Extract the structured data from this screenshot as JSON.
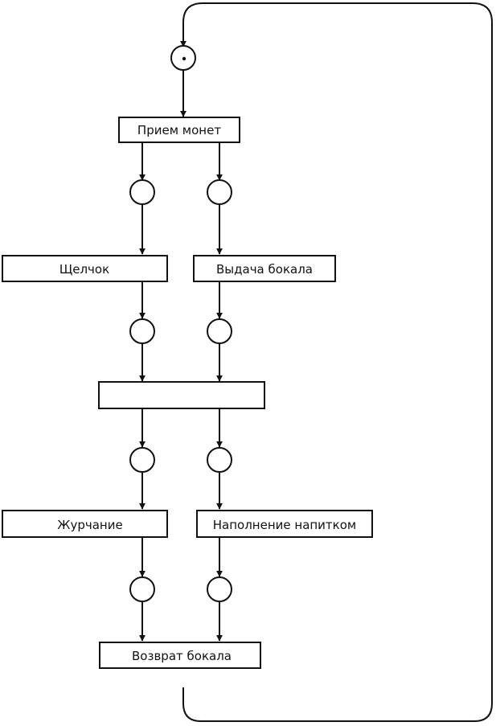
{
  "diagram": {
    "type": "petri-net",
    "transitions": {
      "coin_accept": "Прием монет",
      "click": "Щелчок",
      "cup_dispense": "Выдача бокала",
      "sync": "",
      "gurgle": "Журчание",
      "fill_drink": "Наполнение напитком",
      "cup_return": "Возврат бокала"
    },
    "places": {
      "start": {
        "tokens": 1
      },
      "after_coin_left": {
        "tokens": 0
      },
      "after_coin_right": {
        "tokens": 0
      },
      "after_click": {
        "tokens": 0
      },
      "after_cup": {
        "tokens": 0
      },
      "after_sync_left": {
        "tokens": 0
      },
      "after_sync_right": {
        "tokens": 0
      },
      "after_gurgle": {
        "tokens": 0
      },
      "after_fill": {
        "tokens": 0
      }
    },
    "arcs": [
      [
        "start",
        "coin_accept"
      ],
      [
        "coin_accept",
        "after_coin_left"
      ],
      [
        "coin_accept",
        "after_coin_right"
      ],
      [
        "after_coin_left",
        "click"
      ],
      [
        "after_coin_right",
        "cup_dispense"
      ],
      [
        "click",
        "after_click"
      ],
      [
        "cup_dispense",
        "after_cup"
      ],
      [
        "after_click",
        "sync"
      ],
      [
        "after_cup",
        "sync"
      ],
      [
        "sync",
        "after_sync_left"
      ],
      [
        "sync",
        "after_sync_right"
      ],
      [
        "after_sync_left",
        "gurgle"
      ],
      [
        "after_sync_right",
        "fill_drink"
      ],
      [
        "gurgle",
        "after_gurgle"
      ],
      [
        "fill_drink",
        "after_fill"
      ],
      [
        "after_gurgle",
        "cup_return"
      ],
      [
        "after_fill",
        "cup_return"
      ],
      [
        "cup_return",
        "start"
      ]
    ]
  }
}
